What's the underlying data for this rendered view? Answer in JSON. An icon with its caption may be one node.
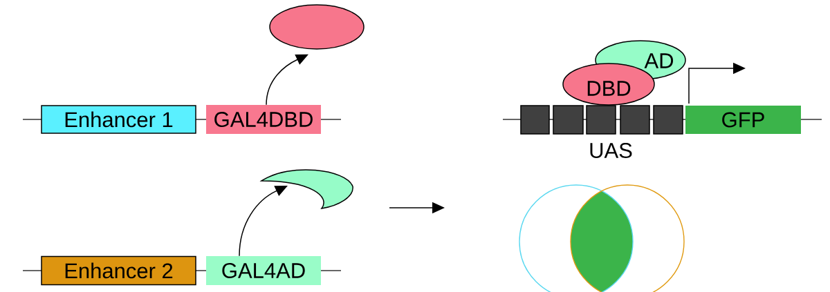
{
  "diagram": {
    "nodes": [
      {
        "text": [
          "Enhancer 1"
        ]
      },
      {
        "text": [
          "GAL4DBD"
        ]
      },
      {
        "text": [],
        "shape": "ellipse"
      },
      {
        "text": [
          "Enhancer 2"
        ]
      },
      {
        "text": [
          "GAL4AD"
        ]
      },
      {
        "text": [],
        "shape": "crescent"
      },
      {
        "text": [
          "AD"
        ]
      },
      {
        "text": [
          "DBD"
        ]
      },
      {
        "text": [],
        "shape": "box"
      },
      {
        "text": [],
        "shape": "box"
      },
      {
        "text": [],
        "shape": "box"
      },
      {
        "text": [],
        "shape": "box"
      },
      {
        "text": [],
        "shape": "box"
      },
      {
        "text": [
          "GFP"
        ]
      }
    ],
    "edges": [
      {
        "from": 1,
        "to": 2,
        "arrow": "to"
      },
      {
        "from": 4,
        "to": 5,
        "arrow": "to"
      }
    ],
    "labels": [
      "UAS"
    ]
  }
}
